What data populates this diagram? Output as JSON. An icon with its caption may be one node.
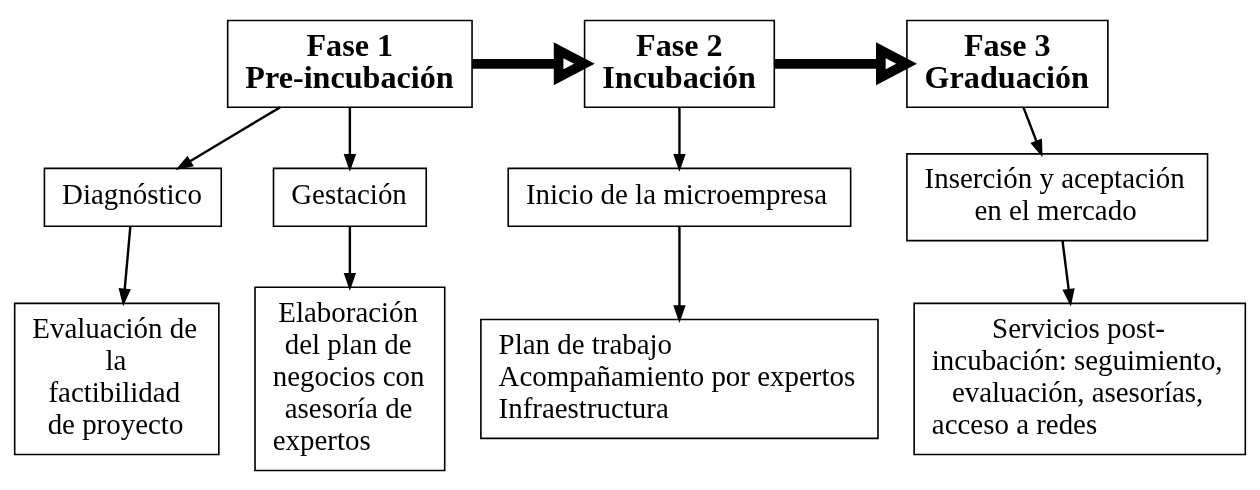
{
  "diagram": {
    "nodes": [
      {
        "text": [
          "Fase 1",
          "Pre-incubación"
        ]
      },
      {
        "text": [
          "Fase 2",
          "Incubación"
        ]
      },
      {
        "text": [
          "Fase 3",
          "Graduación"
        ]
      },
      {
        "text": [
          "Diagnóstico"
        ]
      },
      {
        "text": [
          "Gestación"
        ]
      },
      {
        "text": [
          "Inicio de la microempresa"
        ]
      },
      {
        "text": [
          "Inserción y aceptación en el mercado"
        ]
      },
      {
        "text": [
          "Evaluación de la factibilidad de proyecto"
        ]
      },
      {
        "text": [
          "Elaboración del plan de negocios con asesoría de expertos"
        ]
      },
      {
        "text": [
          "Plan de trabajo",
          "Acompañamiento por expertos",
          "Infraestructura"
        ]
      },
      {
        "text": [
          "Servicios post-incubación: seguimiento, evaluación, asesorías, acceso a redes"
        ]
      }
    ],
    "edges": [
      {
        "from": 0,
        "to": 3,
        "arrow": "to"
      },
      {
        "from": 0,
        "to": 4,
        "arrow": "to"
      },
      {
        "from": 0,
        "to": 1,
        "arrow": "to",
        "style": "thick"
      },
      {
        "from": 1,
        "to": 2,
        "arrow": "to",
        "style": "thick"
      },
      {
        "from": 1,
        "to": 5,
        "arrow": "to"
      },
      {
        "from": 2,
        "to": 6,
        "arrow": "to"
      },
      {
        "from": 3,
        "to": 7,
        "arrow": "to"
      },
      {
        "from": 4,
        "to": 8,
        "arrow": "to"
      },
      {
        "from": 5,
        "to": 9,
        "arrow": "to"
      },
      {
        "from": 6,
        "to": 10,
        "arrow": "to"
      }
    ]
  }
}
